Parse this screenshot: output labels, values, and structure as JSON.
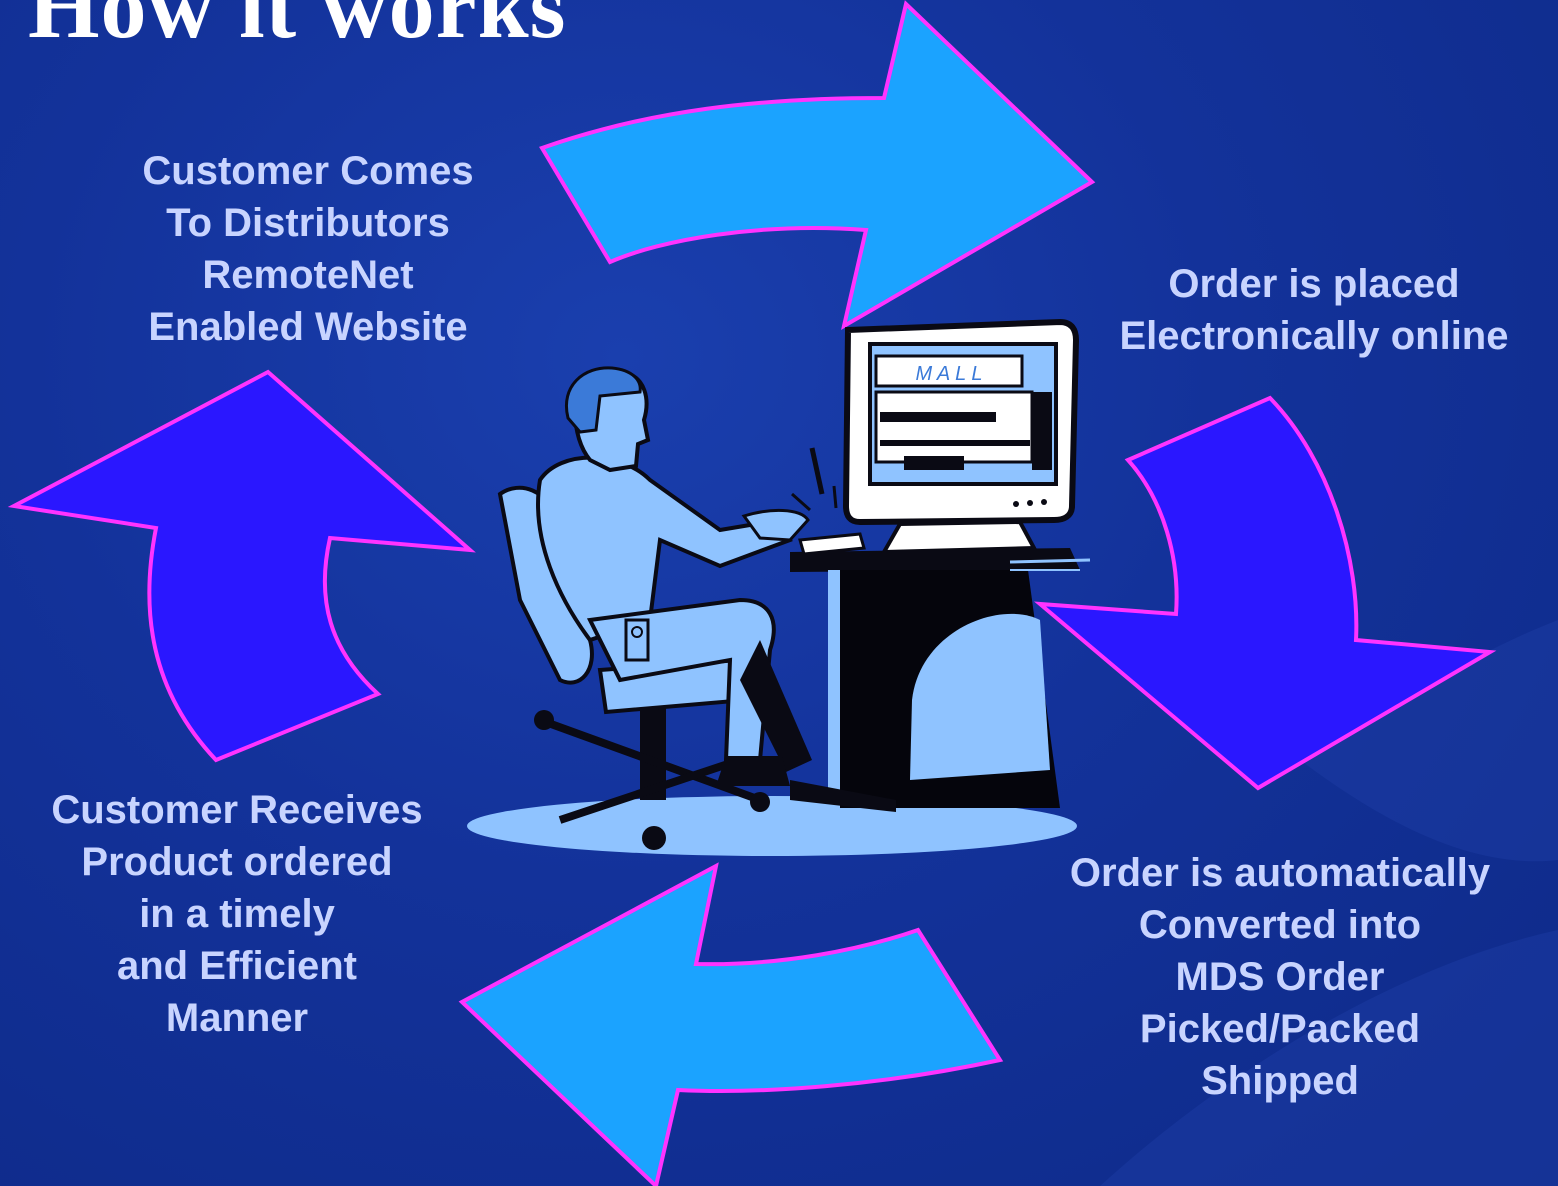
{
  "slide": {
    "title": "How it works",
    "colors": {
      "background": "#13329a",
      "arrow_light": "#1ba3ff",
      "arrow_dark": "#2a17ff",
      "arrow_outline": "#ff33ff",
      "caption_text": "#c8d4ff"
    },
    "steps": [
      {
        "lines": [
          "Customer Comes",
          "To Distributors",
          "RemoteNet",
          "Enabled Website"
        ]
      },
      {
        "lines": [
          "Order is placed",
          "Electronically online"
        ]
      },
      {
        "lines": [
          "Order is automatically",
          "Converted into",
          "MDS Order",
          "Picked/Packed",
          "Shipped"
        ]
      },
      {
        "lines": [
          "Customer Receives",
          "Product ordered",
          "in a  timely",
          "and Efficient",
          "Manner"
        ]
      }
    ],
    "illustration": {
      "icon": "person-at-computer-icon",
      "screen_sign": "M A L L"
    }
  }
}
